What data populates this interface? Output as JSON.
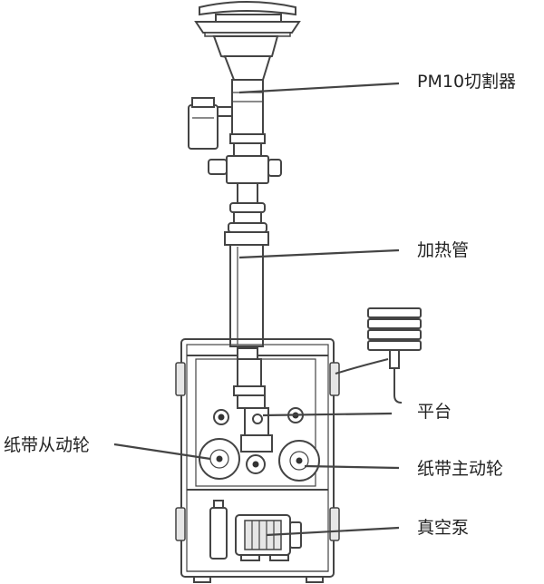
{
  "labels": {
    "pm10_cutter": "PM10切割器",
    "heating_tube": "加热管",
    "platform": "平台",
    "paper_tape_driven_wheel": "纸带从动轮",
    "paper_tape_drive_wheel": "纸带主动轮",
    "vacuum_pump": "真空泵"
  }
}
